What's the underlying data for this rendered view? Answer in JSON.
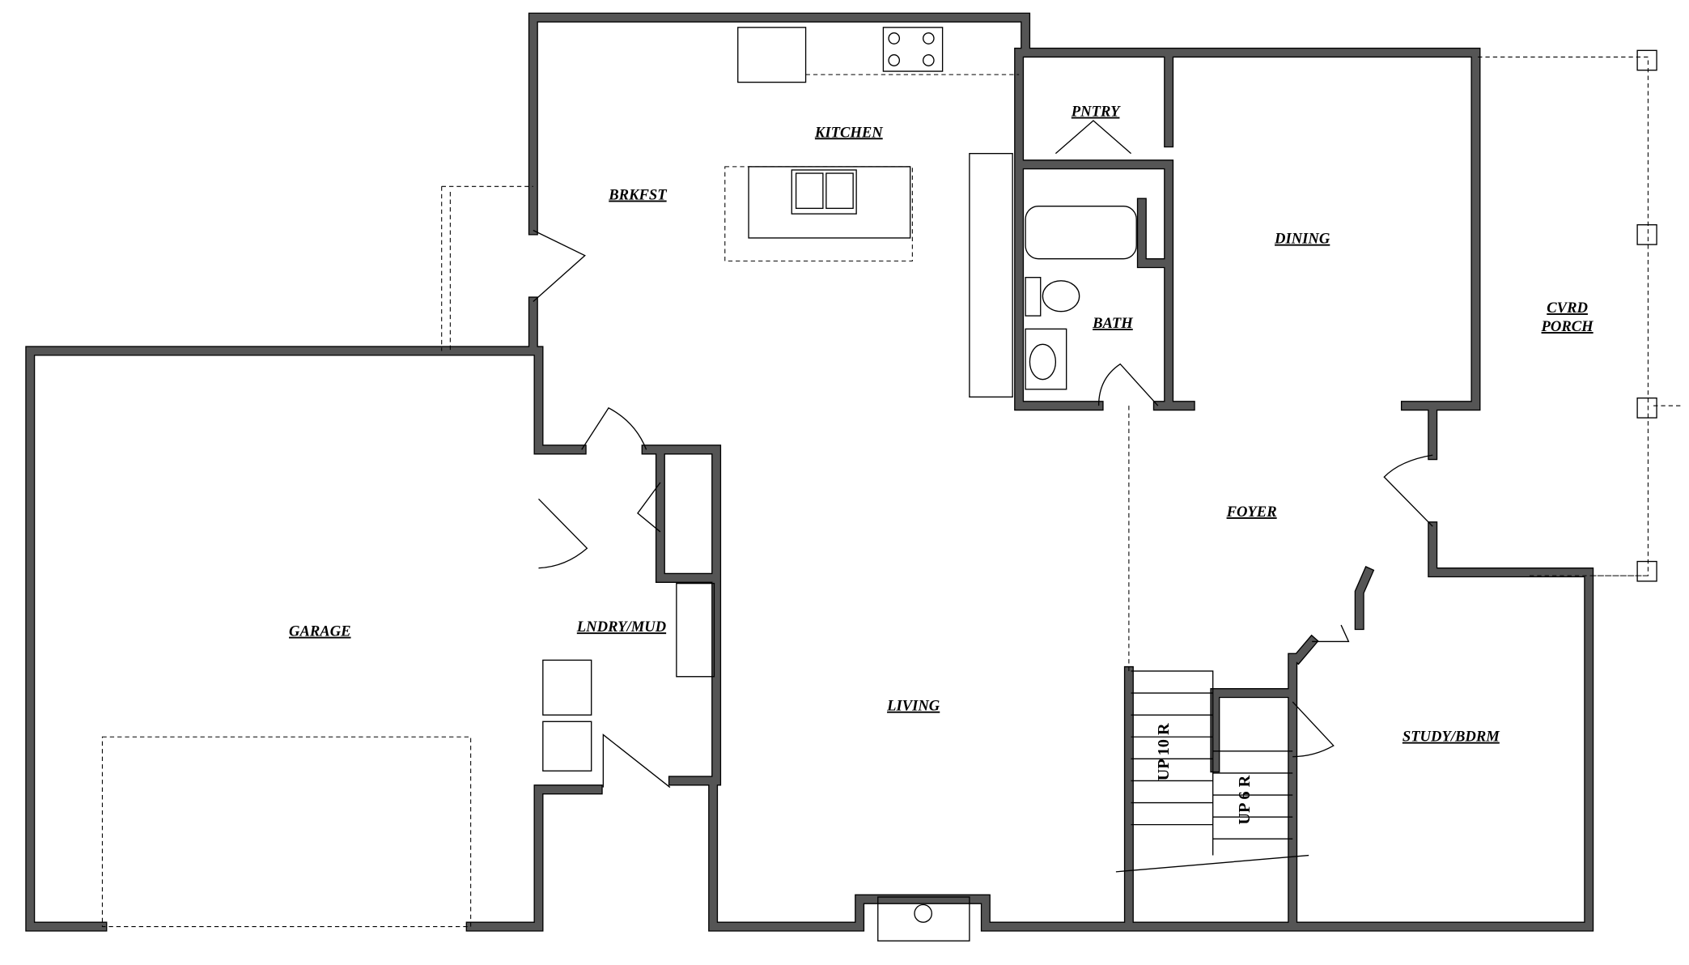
{
  "rooms": {
    "kitchen": "KITCHEN",
    "pantry": "PNTRY",
    "breakfast": "BRKFST",
    "dining": "DINING",
    "bath": "BATH",
    "porch_line1": "CVRD",
    "porch_line2": "PORCH",
    "garage": "GARAGE",
    "laundry": "LNDRY/MUD",
    "foyer": "FOYER",
    "living": "LIVING",
    "study": "STUDY/BDRM"
  },
  "stairs": {
    "main": "UP 10 R",
    "secondary": "UP 6 R"
  },
  "colors": {
    "wall": "#555555",
    "line": "#000000",
    "background": "#ffffff"
  }
}
